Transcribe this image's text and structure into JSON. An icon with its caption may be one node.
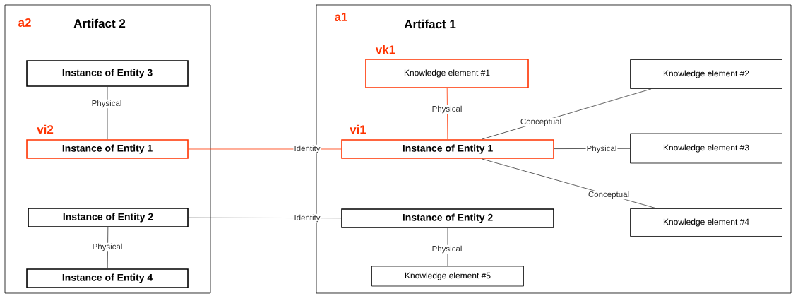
{
  "diagram": {
    "nodes": [
      {
        "text": [
          "Artifact 2"
        ],
        "beside": [
          "a2"
        ]
      },
      {
        "text": [
          "Instance of Entity 3"
        ],
        "in": 0
      },
      {
        "text": [
          "Instance of Entity 1"
        ],
        "in": 0,
        "beside": [
          "vi2"
        ]
      },
      {
        "text": [
          "Instance of Entity 2"
        ],
        "in": 0
      },
      {
        "text": [
          "Instance of Entity 4"
        ],
        "in": 0
      },
      {
        "text": [
          "Artifact 1"
        ],
        "beside": [
          "a1"
        ]
      },
      {
        "text": [
          "Knowledge element #1"
        ],
        "in": 5,
        "beside": [
          "vk1"
        ]
      },
      {
        "text": [
          "Knowledge element #2"
        ],
        "in": 5
      },
      {
        "text": [
          "Instance of Entity 1"
        ],
        "in": 5,
        "beside": [
          "vi1"
        ]
      },
      {
        "text": [
          "Knowledge element #3"
        ],
        "in": 5
      },
      {
        "text": [
          "Instance of Entity 2"
        ],
        "in": 5
      },
      {
        "text": [
          "Knowledge element #4"
        ],
        "in": 5
      },
      {
        "text": [
          "Knowledge element #5"
        ],
        "in": 5
      }
    ],
    "edges": [
      {
        "from": 1,
        "to": 2,
        "arrow": "none",
        "label": "Physical"
      },
      {
        "from": 3,
        "to": 4,
        "arrow": "none",
        "label": "Physical"
      },
      {
        "from": 2,
        "to": 8,
        "arrow": "none",
        "label": "Identity",
        "color": "#ff3300"
      },
      {
        "from": 3,
        "to": 10,
        "arrow": "none",
        "label": "Identity"
      },
      {
        "from": 6,
        "to": 8,
        "arrow": "none",
        "label": "Physical",
        "color": "#ff3300"
      },
      {
        "from": 8,
        "to": 7,
        "arrow": "none",
        "label": "Conceptual"
      },
      {
        "from": 8,
        "to": 9,
        "arrow": "none",
        "label": "Physical"
      },
      {
        "from": 8,
        "to": 11,
        "arrow": "none",
        "label": "Conceptual"
      },
      {
        "from": 10,
        "to": 12,
        "arrow": "none",
        "label": "Physical"
      }
    ]
  }
}
